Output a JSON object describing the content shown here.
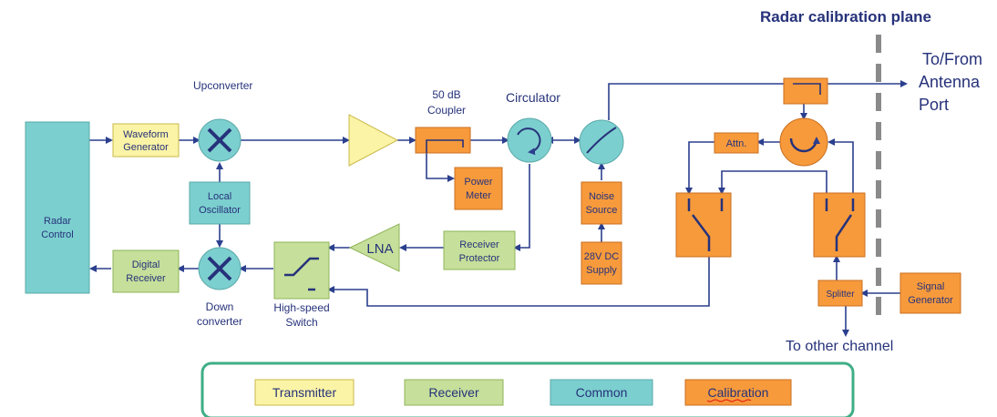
{
  "title": "Radar calibration plane",
  "antenna_port_label": [
    "To/From",
    "Antenna",
    "Port"
  ],
  "blocks": {
    "radar_control": [
      "Radar",
      "Control"
    ],
    "waveform_generator": [
      "Waveform",
      "Generator"
    ],
    "upconverter": "Upconverter",
    "local_oscillator": [
      "Local",
      "Oscillator"
    ],
    "digital_receiver": [
      "Digital",
      "Receiver"
    ],
    "down_converter": [
      "Down",
      "converter"
    ],
    "high_speed_switch": [
      "High-speed",
      "Switch"
    ],
    "lna": "LNA",
    "receiver_protector": [
      "Receiver",
      "Protector"
    ],
    "coupler": [
      "50 dB",
      "Coupler"
    ],
    "power_meter": [
      "Power",
      "Meter"
    ],
    "circulator": "Circulator",
    "noise_source": [
      "Noise",
      "Source"
    ],
    "dc_supply": [
      "28V DC",
      "Supply"
    ],
    "attn": "Attn.",
    "splitter": "Splitter",
    "signal_generator": [
      "Signal",
      "Generator"
    ],
    "to_other_channel": "To other channel"
  },
  "legend": [
    {
      "label": "Transmitter",
      "color": "#fbf4a6"
    },
    {
      "label": "Receiver",
      "color": "#c6df9a"
    },
    {
      "label": "Common",
      "color": "#7ccfcf"
    },
    {
      "label": "Calibration",
      "color": "#f79a3c"
    }
  ],
  "colors": {
    "transmitter": "#fbf4a6",
    "receiver": "#c6df9a",
    "common": "#7ccfcf",
    "calibration": "#f79a3c",
    "wire": "#2b3f8e",
    "plane_line": "#8a8a8a",
    "legend_border": "#3fae86"
  }
}
